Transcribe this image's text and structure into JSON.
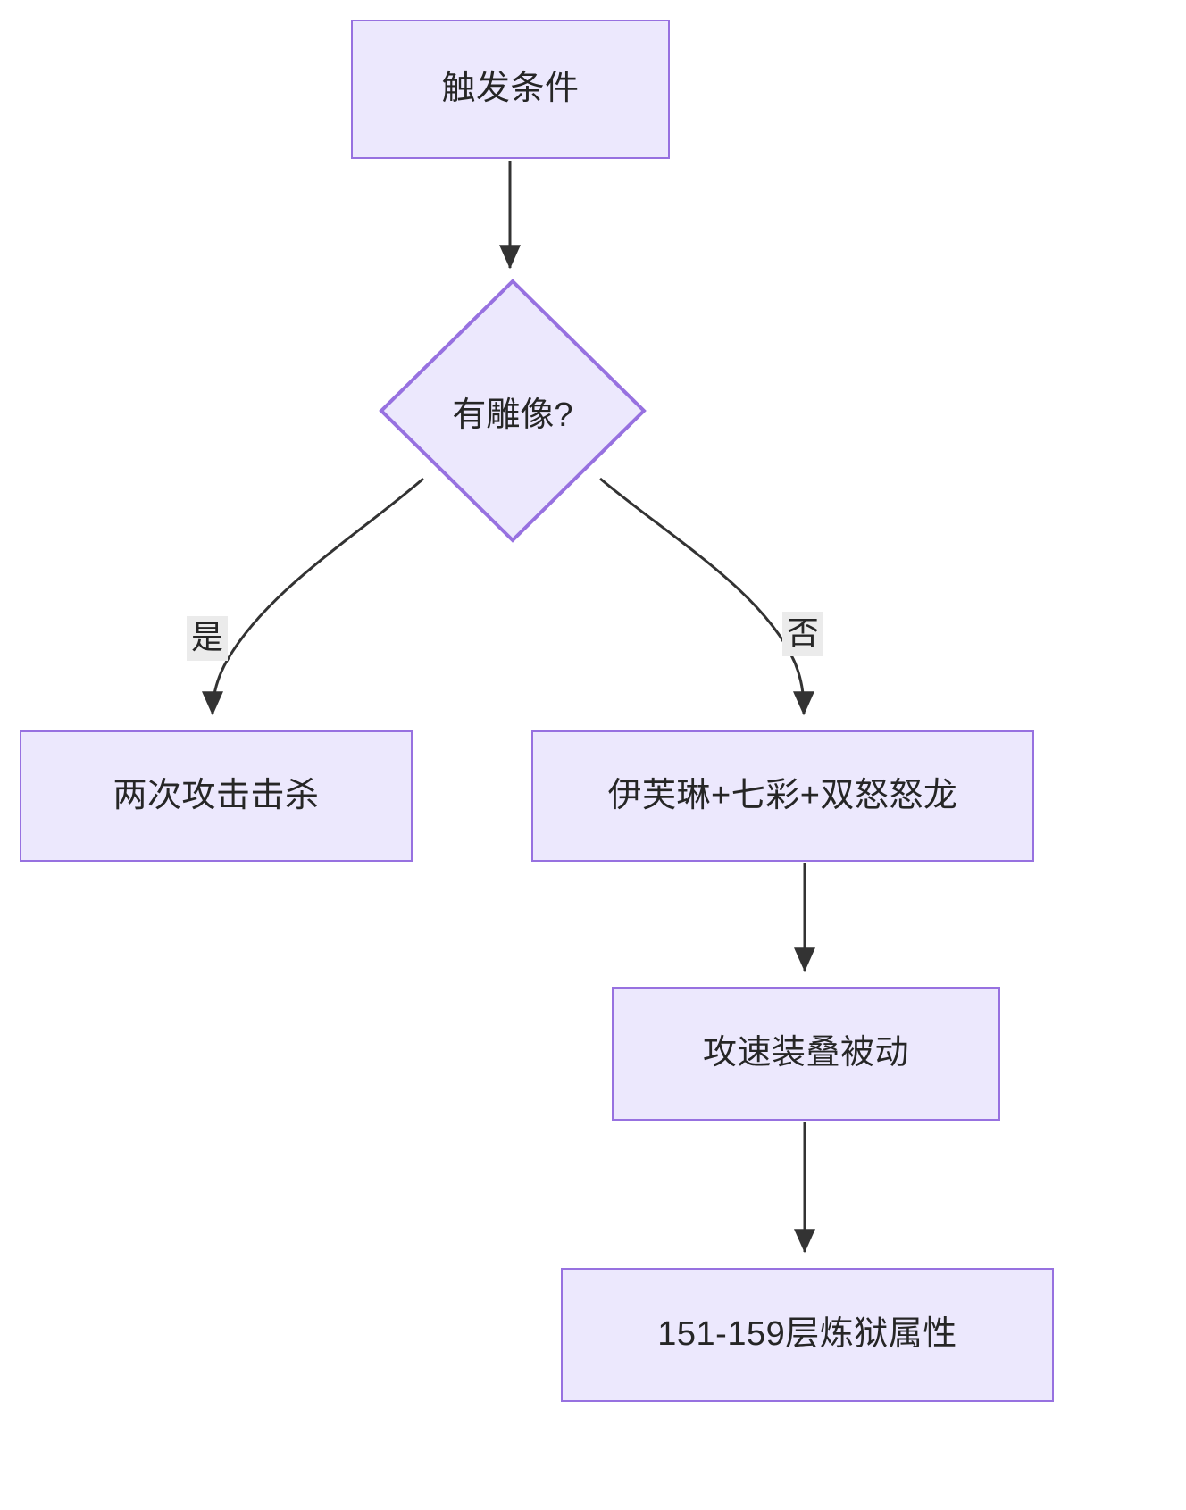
{
  "diagram": {
    "type": "flowchart",
    "direction": "top-down",
    "theme": {
      "node_fill": "#ECE8FD",
      "node_stroke": "#9771E0",
      "text_color": "#262626",
      "edge_color": "#333333",
      "edge_label_bg": "#EBEBEB",
      "background": "#ffffff"
    },
    "nodes": [
      {
        "id": "trigger",
        "shape": "rect",
        "label": "触发条件"
      },
      {
        "id": "statue",
        "shape": "diamond",
        "label": "有雕像?"
      },
      {
        "id": "killTwo",
        "shape": "rect",
        "label": "两次攻击击杀"
      },
      {
        "id": "combo",
        "shape": "rect",
        "label": "伊芙琳+七彩+双怒怒龙"
      },
      {
        "id": "passive",
        "shape": "rect",
        "label": "攻速装叠被动"
      },
      {
        "id": "floors",
        "shape": "rect",
        "label": "151-159层炼狱属性"
      }
    ],
    "edges": [
      {
        "from": "trigger",
        "to": "statue",
        "label": ""
      },
      {
        "from": "statue",
        "to": "killTwo",
        "label": "是"
      },
      {
        "from": "statue",
        "to": "combo",
        "label": "否"
      },
      {
        "from": "combo",
        "to": "passive",
        "label": ""
      },
      {
        "from": "passive",
        "to": "floors",
        "label": ""
      }
    ]
  }
}
